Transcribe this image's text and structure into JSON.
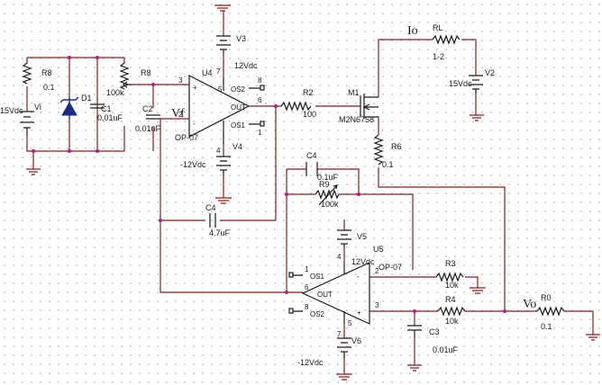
{
  "labels": {
    "io": "Io",
    "vf": "Vf",
    "vo": "Vo",
    "r8a": "R8",
    "r8a_val": "0.1",
    "vi_volt": "15Vdc",
    "vi": "Vi",
    "d1": "D1",
    "c1": "C1",
    "c1_val": "0.01uF",
    "r8b": "R8",
    "r8b_val": "100k",
    "c2": "C2",
    "c2_val": "0.01uF",
    "u4": "U4",
    "u4_part": "OP-07",
    "v3": "V3",
    "v3_val": "12Vdc",
    "v4": "V4",
    "v4_val": "-12Vdc",
    "r2": "R2",
    "r2_val": "100",
    "m1": "M1",
    "m1_part": "M2N6758",
    "rl": "RL",
    "rl_val": "1-2",
    "v2": "V2",
    "v2_val": "15Vdc",
    "r6": "R6",
    "r6_val": "0.1",
    "c4a": "C4",
    "c4a_val": "0.1uF",
    "r9": "R9",
    "r9_val": "100k",
    "c4b": "C4",
    "c4b_val": "4.7uF",
    "v5": "V5",
    "v5_val": "12Vdc",
    "u5": "U5",
    "u5_part": "OP-07",
    "r3": "R3",
    "r3_val": "10k",
    "r4": "R4",
    "r4_val": "10k",
    "c3": "C3",
    "c3_val": "0.01uF",
    "r0": "R0",
    "r0_val": "0.1",
    "v6": "V6",
    "v6_val": "-12Vdc",
    "pin_plus": "+",
    "pin_minus": "-",
    "os1": "OS1",
    "os2": "OS2",
    "out": "OUT",
    "n1": "1",
    "n2": "2",
    "n3": "3",
    "n4": "4",
    "n5": "5",
    "n6": "6",
    "n7": "7",
    "n8": "8"
  },
  "colors": {
    "wire": "#8b1a1a",
    "component": "#1a1a1a",
    "diode": "#1a2a8b",
    "junction": "#c0109a"
  }
}
